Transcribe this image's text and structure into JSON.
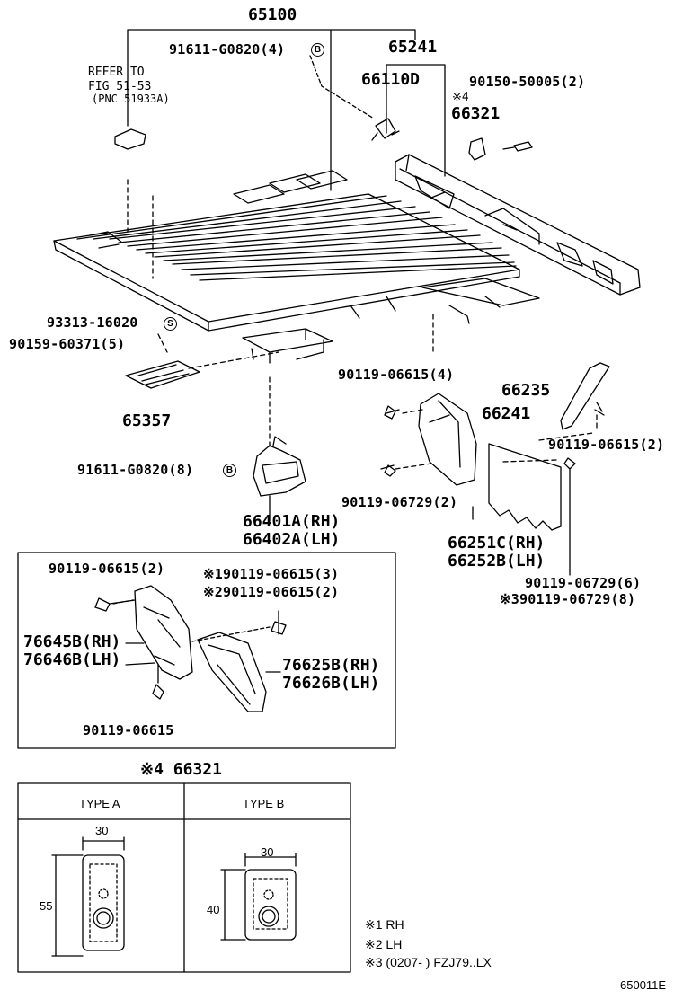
{
  "parts": {
    "p65100": "65100",
    "p65241": "65241",
    "p91611_top": "91611-G0820(4)",
    "refer1": "REFER TO",
    "refer2": "FIG 51-53",
    "refer3": "(PNC 51933A)",
    "p66110d": "66110D",
    "p90150": "90150-50005(2)",
    "note4_top": "※4",
    "p66321": "66321",
    "p93313": "93313-16020",
    "p90159": "90159-60371(5)",
    "p65357": "65357",
    "p90119_4": "90119-06615(4)",
    "p66235": "66235",
    "p66241": "66241",
    "p90119_2a": "90119-06615(2)",
    "p91611_mid": "91611-G0820(8)",
    "p90119_729_2": "90119-06729(2)",
    "p66401a": "66401A(RH)",
    "p66402a": "66402A(LH)",
    "p66251c": "66251C(RH)",
    "p66252b": "66252B(LH)",
    "p90119_729_6": "90119-06729(6)",
    "p90119_729_8": "※390119-06729(8)",
    "inset_90119_2": "90119-06615(2)",
    "inset_90119_3": "※190119-06615(3)",
    "inset_90119_2b": "※290119-06615(2)",
    "p76645b": "76645B(RH)",
    "p76646b": "76646B(LH)",
    "p76625b": "76625B(RH)",
    "p76626b": "76626B(LH)",
    "inset_90119": "90119-06615"
  },
  "markers": {
    "b": "B",
    "s": "S"
  },
  "table": {
    "title": "※4 66321",
    "type_a": "TYPE A",
    "type_b": "TYPE B",
    "a_width": "30",
    "a_height": "55",
    "b_width": "30",
    "b_height": "40"
  },
  "notes": {
    "n1": "※1  RH",
    "n2": "※2  LH",
    "n3": "※3 (0207-      ) FZJ79..LX"
  },
  "figure_id": "650011E"
}
